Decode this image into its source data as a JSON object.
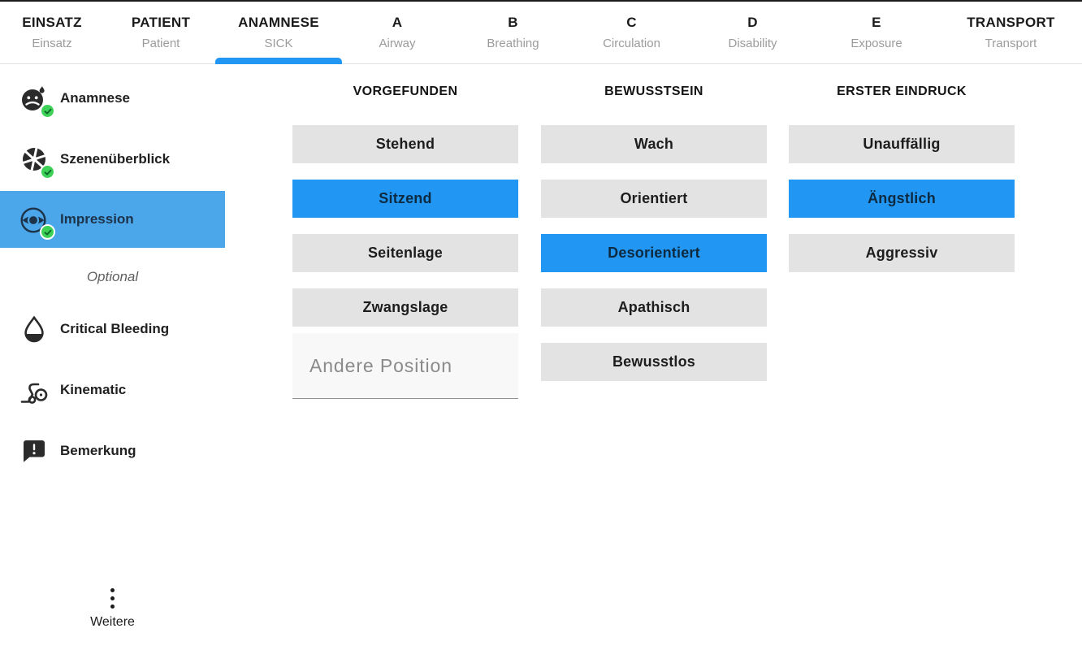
{
  "app": {
    "accent_color": "#2196F3",
    "sidebar_highlight_color": "#4BA6EA",
    "option_bg_color": "#E3E3E3",
    "selected_option_text_color": "#0E2A40",
    "check_badge_color": "#3ED158"
  },
  "tabs": [
    {
      "title": "EINSATZ",
      "subtitle": "Einsatz",
      "active": false
    },
    {
      "title": "PATIENT",
      "subtitle": "Patient",
      "active": false
    },
    {
      "title": "ANAMNESE",
      "subtitle": "SICK",
      "active": true
    },
    {
      "title": "A",
      "subtitle": "Airway",
      "active": false
    },
    {
      "title": "B",
      "subtitle": "Breathing",
      "active": false
    },
    {
      "title": "C",
      "subtitle": "Circulation",
      "active": false
    },
    {
      "title": "D",
      "subtitle": "Disability",
      "active": false
    },
    {
      "title": "E",
      "subtitle": "Exposure",
      "active": false
    },
    {
      "title": "TRANSPORT",
      "subtitle": "Transport",
      "active": false
    }
  ],
  "sidebar": {
    "items": [
      {
        "label": "Anamnese",
        "icon": "sick-face-icon",
        "checked": true,
        "active": false
      },
      {
        "label": "Szenenüberblick",
        "icon": "aperture-icon",
        "checked": true,
        "active": false
      },
      {
        "label": "Impression",
        "icon": "eye-icon",
        "checked": true,
        "active": true
      }
    ],
    "optional_label": "Optional",
    "optional_items": [
      {
        "label": "Critical Bleeding",
        "icon": "blood-drop-icon"
      },
      {
        "label": "Kinematic",
        "icon": "accident-icon"
      },
      {
        "label": "Bemerkung",
        "icon": "comment-alert-icon"
      }
    ],
    "more_label": "Weitere"
  },
  "main": {
    "columns": [
      {
        "header": "VORGEFUNDEN",
        "options": [
          "Stehend",
          "Sitzend",
          "Seitenlage",
          "Zwangslage"
        ],
        "selected": "Sitzend",
        "input_placeholder": "Andere Position"
      },
      {
        "header": "BEWUSSTSEIN",
        "options": [
          "Wach",
          "Orientiert",
          "Desorientiert",
          "Apathisch",
          "Bewusstlos"
        ],
        "selected": "Desorientiert"
      },
      {
        "header": "ERSTER EINDRUCK",
        "options": [
          "Unauffällig",
          "Ängstlich",
          "Aggressiv"
        ],
        "selected": "Ängstlich"
      }
    ]
  }
}
